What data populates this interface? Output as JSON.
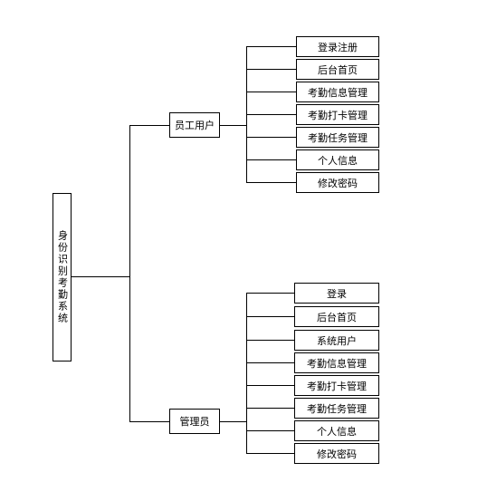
{
  "root": {
    "label": "身份识别考勤系统"
  },
  "groups": [
    {
      "label": "员工用户",
      "items": [
        "登录注册",
        "后台首页",
        "考勤信息管理",
        "考勤打卡管理",
        "考勤任务管理",
        "个人信息",
        "修改密码"
      ]
    },
    {
      "label": "管理员",
      "items": [
        "登录",
        "后台首页",
        "系统用户",
        "考勤信息管理",
        "考勤打卡管理",
        "考勤任务管理",
        "个人信息",
        "修改密码"
      ]
    }
  ]
}
